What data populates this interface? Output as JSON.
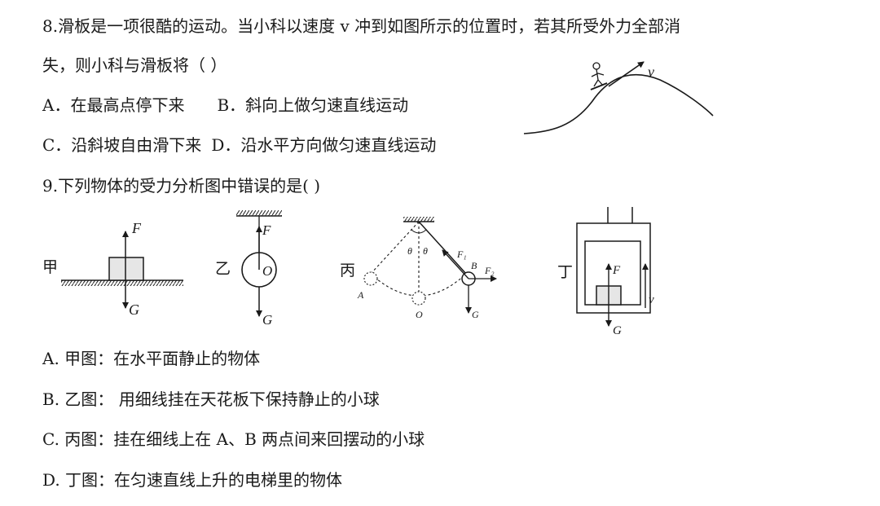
{
  "q8": {
    "stem_line1": "8.滑板是一项很酷的运动。当小科以速度 v 冲到如图所示的位置时，若其所受外力全部消",
    "stem_line2": "失，则小科与滑板将（  ）",
    "option_a": "A．在最高点停下来",
    "option_b": "B．斜向上做匀速直线运动",
    "option_c": "C．沿斜坡自由滑下来",
    "option_d": "D．沿水平方向做匀速直线运动",
    "figure_v": "v"
  },
  "q9": {
    "stem": "9.下列物体的受力分析图中错误的是(    )",
    "fig_jia": {
      "name": "甲",
      "F": "F",
      "G": "G"
    },
    "fig_yi": {
      "name": "乙",
      "F": "F",
      "O": "O",
      "G": "G"
    },
    "fig_bing": {
      "name": "丙",
      "theta1": "θ",
      "theta2": "θ",
      "F1": "F₁",
      "F2": "F₂",
      "A": "A",
      "B": "B",
      "O": "O",
      "G": "G"
    },
    "fig_ding": {
      "name": "丁",
      "F": "F",
      "v": "v",
      "G": "G"
    },
    "option_a": "A. 甲图：在水平面静止的物体",
    "option_b": "B. 乙图： 用细线挂在天花板下保持静止的小球",
    "option_c": "C. 丙图：挂在细线上在 A、B 两点间来回摆动的小球",
    "option_d": "D. 丁图：在匀速直线上升的电梯里的物体"
  }
}
